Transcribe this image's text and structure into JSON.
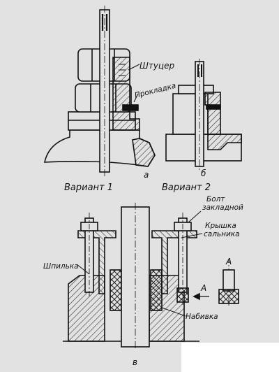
{
  "figure_a": {
    "labels": {
      "fitting": "Штуцер",
      "gasket": "Прокладка"
    },
    "letter": "а",
    "caption": "Вариант 1"
  },
  "figure_b": {
    "letter": "б",
    "caption": "Вариант 2"
  },
  "figure_c": {
    "labels": {
      "bolt": "Болт закладной",
      "bolt_line1": "Болт",
      "bolt_line2": "закладной",
      "cover_line1": "Крышка",
      "cover_line2": "сальника",
      "stud": "Шпилька",
      "packing": "Набивка",
      "view_arrow": "А",
      "view_title": "А"
    },
    "letter": "в"
  },
  "colors": {
    "paper": "#e2e2e2",
    "ink": "#111111",
    "blank_corner": "#ffffff"
  }
}
